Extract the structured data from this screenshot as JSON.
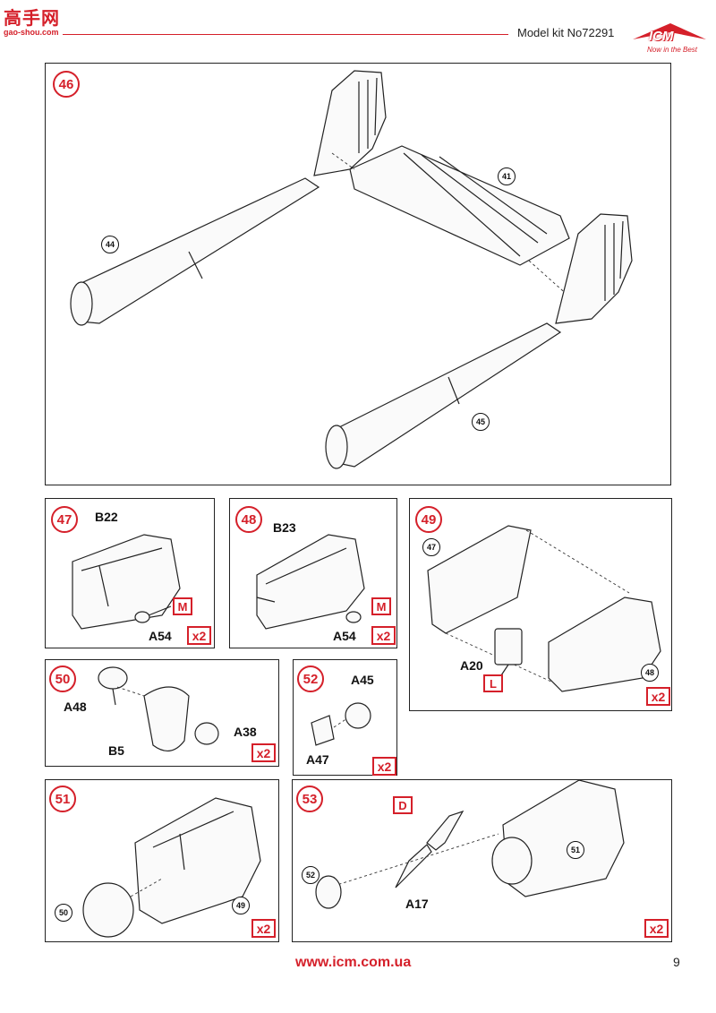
{
  "header": {
    "watermark": "高手网",
    "watermark_sub": "gao-shou.com",
    "model_kit": "Model kit No72291",
    "brand": "ICM",
    "brand_tagline": "Now in the Best"
  },
  "steps": [
    {
      "num": "46",
      "callouts": [
        "41",
        "44",
        "45"
      ]
    },
    {
      "num": "47",
      "parts": [
        "B22",
        "A54"
      ],
      "color": "M",
      "multiplier": "x2"
    },
    {
      "num": "48",
      "parts": [
        "B23",
        "A54"
      ],
      "color": "M",
      "multiplier": "x2"
    },
    {
      "num": "49",
      "parts": [
        "A20"
      ],
      "callouts": [
        "47",
        "48"
      ],
      "color": "L",
      "multiplier": "x2"
    },
    {
      "num": "50",
      "parts": [
        "A48",
        "B5",
        "A38"
      ],
      "multiplier": "x2"
    },
    {
      "num": "52",
      "parts": [
        "A45",
        "A47"
      ],
      "multiplier": "x2"
    },
    {
      "num": "51",
      "callouts": [
        "50",
        "49"
      ],
      "multiplier": "x2"
    },
    {
      "num": "53",
      "parts": [
        "A17"
      ],
      "callouts": [
        "52",
        "51"
      ],
      "color": "D",
      "multiplier": "x2"
    }
  ],
  "footer": {
    "url": "www.icm.com.ua",
    "page_number": "9"
  },
  "colors": {
    "accent": "#d5202a",
    "line": "#222222"
  }
}
